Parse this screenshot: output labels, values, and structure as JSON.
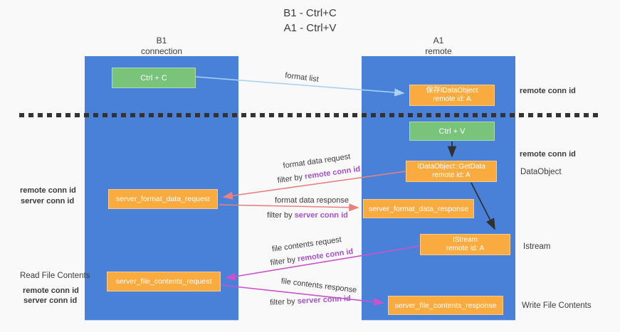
{
  "title": {
    "line1": "B1 - Ctrl+C",
    "line2": "A1 - Ctrl+V"
  },
  "lanes": {
    "b1": {
      "name": "B1",
      "subtitle": "connection"
    },
    "a1": {
      "name": "A1",
      "subtitle": "remote"
    }
  },
  "nodes": {
    "ctrl_c": "Ctrl + C",
    "save_idataobject": {
      "line1": "保存IDataObject",
      "line2": "remote id: A"
    },
    "ctrl_v": "Ctrl + V",
    "getdata": {
      "line1": "IDataObject::GetData",
      "line2": "remote id: A"
    },
    "istream": {
      "line1": "IStream",
      "line2": "remote id: A"
    },
    "server_format_data_request": "server_format_data_request",
    "server_format_data_response": "server_format_data_response",
    "server_file_contents_request": "server_file_contents_request",
    "server_file_contents_response": "server_file_contents_response"
  },
  "flow_labels": {
    "format_list": "format list",
    "format_data_request": "format data request",
    "format_data_response": "format data response",
    "file_contents_request": "file contents request",
    "file_contents_response": "file contents response",
    "filter_by": "filter by",
    "remote_conn_id": "remote conn id",
    "server_conn_id": "server conn id"
  },
  "side_labels": {
    "remote_conn_id": "remote conn id",
    "server_conn_id": "server conn id",
    "dataobject": "DataObject",
    "istream": "Istream",
    "read_file_contents": "Read File Contents",
    "write_file_contents": "Write File Contents"
  },
  "colors": {
    "lane_blue": "#4a81d8",
    "box_green": "#77c47a",
    "box_orange": "#f9ab40",
    "purple_label": "#a650cb",
    "green_label": "#54b464",
    "salmon_arrow": "#e88080",
    "magenta_arrow": "#cc52cc",
    "light_blue_arrow": "#a9d2f3",
    "black_arrow": "#303030",
    "dashed_line": "#333333"
  }
}
